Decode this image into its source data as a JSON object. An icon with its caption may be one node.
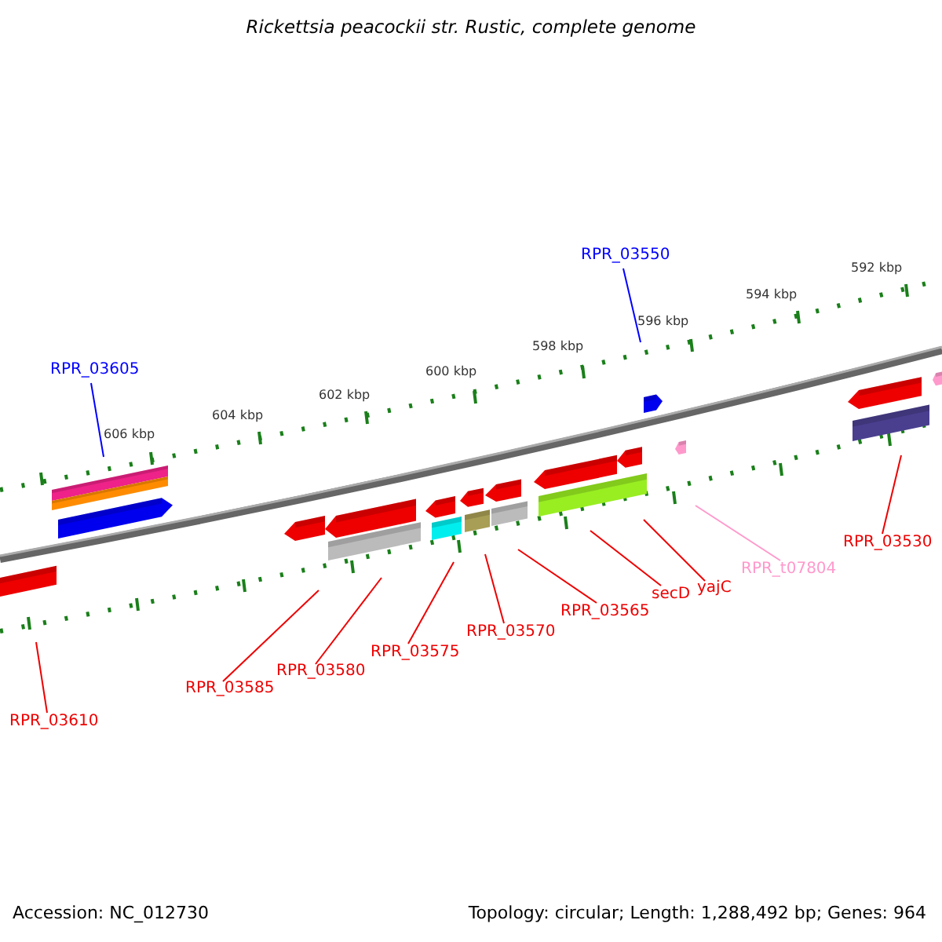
{
  "diagram": {
    "title": "Rickettsia peacockii str. Rustic, complete genome",
    "nodes": [
      {
        "text": [
          "RPR_03550"
        ]
      },
      {
        "text": [
          "RPR_03605"
        ]
      },
      {
        "text": [
          "RPR_03530"
        ]
      },
      {
        "text": [
          "RPR_t07804"
        ]
      },
      {
        "text": [
          "yajC"
        ]
      },
      {
        "text": [
          "secD"
        ]
      },
      {
        "text": [
          "RPR_03565"
        ]
      },
      {
        "text": [
          "RPR_03570"
        ]
      },
      {
        "text": [
          "RPR_03575"
        ]
      },
      {
        "text": [
          "RPR_03580"
        ]
      },
      {
        "text": [
          "RPR_03585"
        ]
      },
      {
        "text": [
          "RPR_03610"
        ]
      }
    ],
    "edges": [
      {
        "from": 0,
        "to": null,
        "arrow": "none",
        "color": "#0000ff"
      },
      {
        "from": 1,
        "to": null,
        "arrow": "none",
        "color": "#0000ff"
      },
      {
        "from": 2,
        "to": null,
        "arrow": "none"
      },
      {
        "from": 3,
        "to": null,
        "arrow": "none",
        "color": "#ff99cc"
      },
      {
        "from": 4,
        "to": null,
        "arrow": "none"
      },
      {
        "from": 5,
        "to": null,
        "arrow": "none"
      },
      {
        "from": 6,
        "to": null,
        "arrow": "none"
      },
      {
        "from": 7,
        "to": null,
        "arrow": "none"
      },
      {
        "from": 8,
        "to": null,
        "arrow": "none"
      },
      {
        "from": 9,
        "to": null,
        "arrow": "none"
      },
      {
        "from": 10,
        "to": null,
        "arrow": "none"
      },
      {
        "from": 11,
        "to": null,
        "arrow": "none"
      }
    ],
    "labels": [
      "592 kbp",
      "594 kbp",
      "596 kbp",
      "598 kbp",
      "600 kbp",
      "602 kbp",
      "604 kbp",
      "606 kbp",
      "Accession: NC_012730",
      "Topology: circular; Length: 1,288,492 bp; Genes: 964"
    ]
  }
}
